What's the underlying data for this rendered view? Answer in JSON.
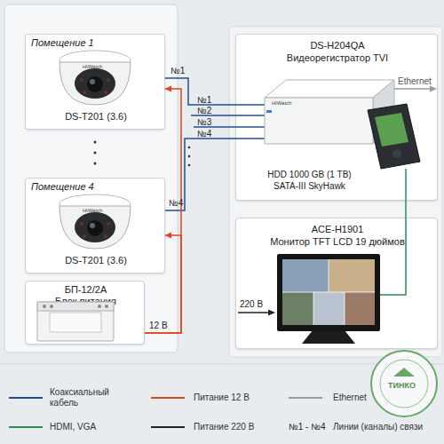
{
  "diagram": {
    "nodes": [
      {
        "text": [
          "Помещение 1",
          "DS-T201 (3.6)"
        ]
      },
      {
        "text": [
          "Помещение 4",
          "DS-T201 (3.6)"
        ]
      },
      {
        "text": [
          "БП-12/2А",
          "Блок питания"
        ]
      },
      {
        "text": [
          "DS-H204QA",
          "Видеорегистратор TVI",
          "HDD 1000 GB (1 TB)",
          "SATA-III SkyHawk"
        ]
      },
      {
        "text": [
          "ACE-H1901",
          "Монитор TFT LCD 19 дюймов"
        ]
      }
    ],
    "edges": [
      {
        "from": 0,
        "to": 3,
        "arrow": "none",
        "label": "№1"
      },
      {
        "from": 1,
        "to": 3,
        "arrow": "none",
        "label": "№4"
      },
      {
        "from": 2,
        "to": 0,
        "arrow": "to",
        "label": "12 В"
      },
      {
        "from": 2,
        "to": 1,
        "arrow": "to"
      },
      {
        "from": 3,
        "to": 4,
        "arrow": "none"
      }
    ],
    "labels": [
      "№1",
      "№2",
      "№3",
      "№4",
      "Ethernet",
      "220 В",
      "HiWatch",
      "HiWatch",
      "HiWatch",
      "ТИНКО",
      "№1 - №4"
    ],
    "legend": [
      {
        "text": "Коаксиальный кабель",
        "color": "#1f4e9a"
      },
      {
        "text": "Питание 12 В",
        "color": "#e5411d"
      },
      {
        "text": "Ethernet",
        "color": "#9a9a9a"
      },
      {
        "text": "HDMI, VGA",
        "color": "#2e8b57"
      },
      {
        "text": "Питание 220 В",
        "color": "#222222"
      },
      {
        "text": "Линии (каналы) связи"
      }
    ]
  }
}
